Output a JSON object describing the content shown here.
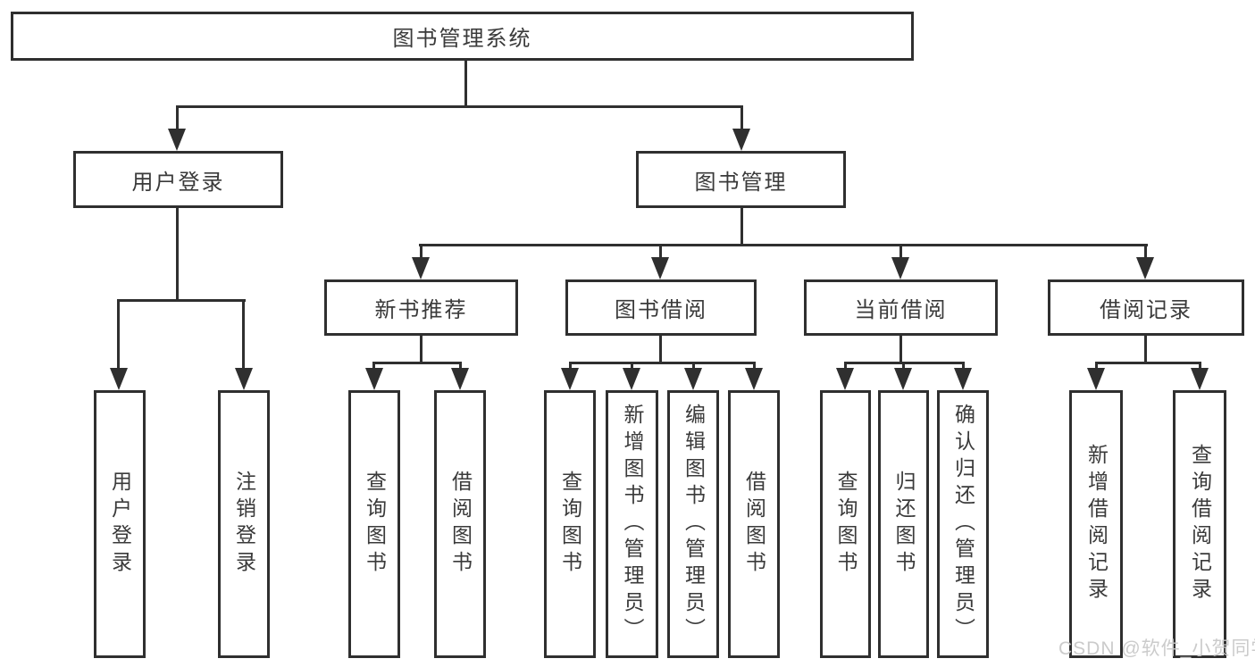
{
  "diagram": {
    "colors": {
      "line": "#2f2f2f",
      "text": "#3a3a3a",
      "watermark": "#c9c9c9",
      "background": "#ffffff"
    },
    "watermark": "CSDN @软件_小贺同学",
    "nodes": {
      "root": "图书管理系统",
      "user_login": "用户登录",
      "book_management": "图书管理",
      "new_book_recommend": "新书推荐",
      "book_borrow": "图书借阅",
      "current_borrow": "当前借阅",
      "borrow_record": "借阅记录",
      "leaf_user_login": "用户登录",
      "leaf_logout": "注销登录",
      "leaf_query_book_a": "查询图书",
      "leaf_borrow_book_a": "借阅图书",
      "leaf_query_book_b": "查询图书",
      "leaf_add_book": "新增图书（管理员）",
      "leaf_edit_book": "编辑图书（管理员）",
      "leaf_borrow_book_b": "借阅图书",
      "leaf_query_book_c": "查询图书",
      "leaf_return_book": "归还图书",
      "leaf_confirm_return": "确认归还（管理员）",
      "leaf_add_record": "新增借阅记录",
      "leaf_query_record": "查询借阅记录"
    },
    "hierarchy": [
      {
        "parent": "图书管理系统",
        "children": [
          "用户登录",
          "图书管理"
        ]
      },
      {
        "parent": "用户登录",
        "children": [
          "用户登录",
          "注销登录"
        ]
      },
      {
        "parent": "图书管理",
        "children": [
          "新书推荐",
          "图书借阅",
          "当前借阅",
          "借阅记录"
        ]
      },
      {
        "parent": "新书推荐",
        "children": [
          "查询图书",
          "借阅图书"
        ]
      },
      {
        "parent": "图书借阅",
        "children": [
          "查询图书",
          "新增图书（管理员）",
          "编辑图书（管理员）",
          "借阅图书"
        ]
      },
      {
        "parent": "当前借阅",
        "children": [
          "查询图书",
          "归还图书",
          "确认归还（管理员）"
        ]
      },
      {
        "parent": "借阅记录",
        "children": [
          "新增借阅记录",
          "查询借阅记录"
        ]
      }
    ]
  }
}
